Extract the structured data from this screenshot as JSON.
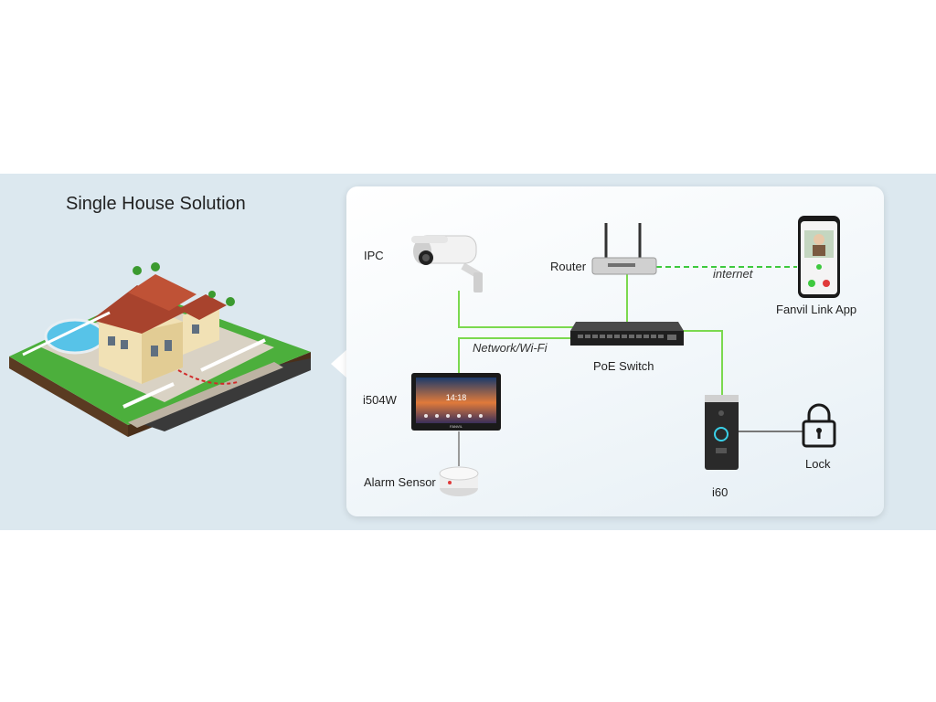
{
  "title": "Single House Solution",
  "labels": {
    "ipc": "IPC",
    "router": "Router",
    "internet": "internet",
    "app": "Fanvil Link App",
    "network": "Network/Wi-Fi",
    "poe": "PoE Switch",
    "indoor": "i504W",
    "alarm": "Alarm Sensor",
    "doorphone": "i60",
    "lock": "Lock"
  },
  "screen_text": {
    "clock": "14:18",
    "brand": "FANVIL"
  },
  "colors": {
    "band": "#dce8ef",
    "link_line": "#7bd94f",
    "internet_line": "#3ec93e",
    "sensor_line": "#9a9a9a"
  }
}
